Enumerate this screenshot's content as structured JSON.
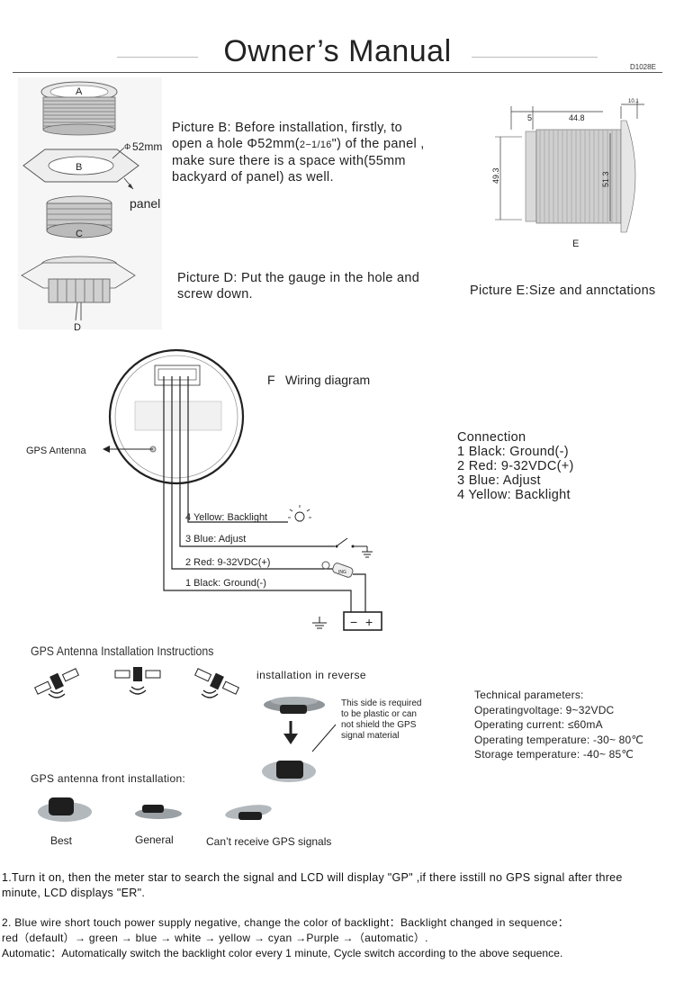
{
  "header": {
    "title": "Owner’s Manual",
    "doc_code": "D1028E"
  },
  "install_figures": {
    "label_a": "A",
    "label_b": "B",
    "label_c": "C",
    "label_d": "D",
    "hole_dim": "52mm",
    "panel_label": "panel"
  },
  "picture_b": {
    "line1": "Picture B: Before installation, firstly, to",
    "line2a": "open a hole Φ52mm(",
    "line2frac": "2−1/16",
    "line2b": "\") of the panel ,",
    "line3": "make sure there is a space with(55mm",
    "line4": "backyard of panel) as well."
  },
  "picture_d": {
    "line1": "Picture D: Put the gauge in the hole and",
    "line2": "screw down."
  },
  "picture_e": {
    "caption": "Picture E:Size and annctations",
    "label": "E",
    "dim_top_small": "5",
    "dim_top_large": "44.8",
    "dim_top_right": "10.1",
    "dim_left": "49.3",
    "dim_right": "51.3"
  },
  "wiring": {
    "title_letter": "F",
    "title": "Wiring diagram",
    "gps_antenna": "GPS  Antenna",
    "wire4": "4 Yellow: Backlight",
    "wire3": "3 Blue: Adjust",
    "wire2": "2 Red: 9-32VDC(+)",
    "wire1": "1 Black: Ground(-)",
    "ing_label": "ING",
    "battery_minus": "−",
    "battery_plus": "+"
  },
  "connection": {
    "title": "Connection",
    "items": [
      "1 Black: Ground(-)",
      "2 Red: 9-32VDC(+)",
      "3 Blue: Adjust",
      "4 Yellow:  Backlight"
    ]
  },
  "gps_install": {
    "heading": "GPS Antenna Installation Instructions",
    "reverse_label": "installation in reverse",
    "note_line1": "This side is required",
    "note_line2": "to be plastic or can",
    "note_line3": "not shield the GPS",
    "note_line4": "signal material",
    "front_heading": "GPS antenna front installation:",
    "best": "Best",
    "general": "General",
    "cannot": "Can’t receive  GPS signals"
  },
  "tech": {
    "title": "Technical parameters:",
    "voltage": "Operatingvoltage: 9~32VDC",
    "current": "Operating current:  ≤60mA",
    "op_temp": "Operating temperature: -30~ 80℃",
    "storage_temp": "Storage temperature: -40~ 85℃"
  },
  "instructions": {
    "p1_line1": "1.Turn it on, then the meter star to search the signal and LCD will display \"GP\" ,if there isstill no GPS signal after three",
    "p1_line2": "minute, LCD displays \"ER\".",
    "p2_line1": "2. Blue wire short touch power supply negative, change the color of backlight：Backlight  changed  in  sequence：",
    "p2_line2": "red（default）→ green → blue → white → yellow → cyan →Purple →（automatic）.",
    "p2_line3": "Automatic：Automatically switch the backlight color every 1 minute,  Cycle switch according to the above sequence."
  }
}
